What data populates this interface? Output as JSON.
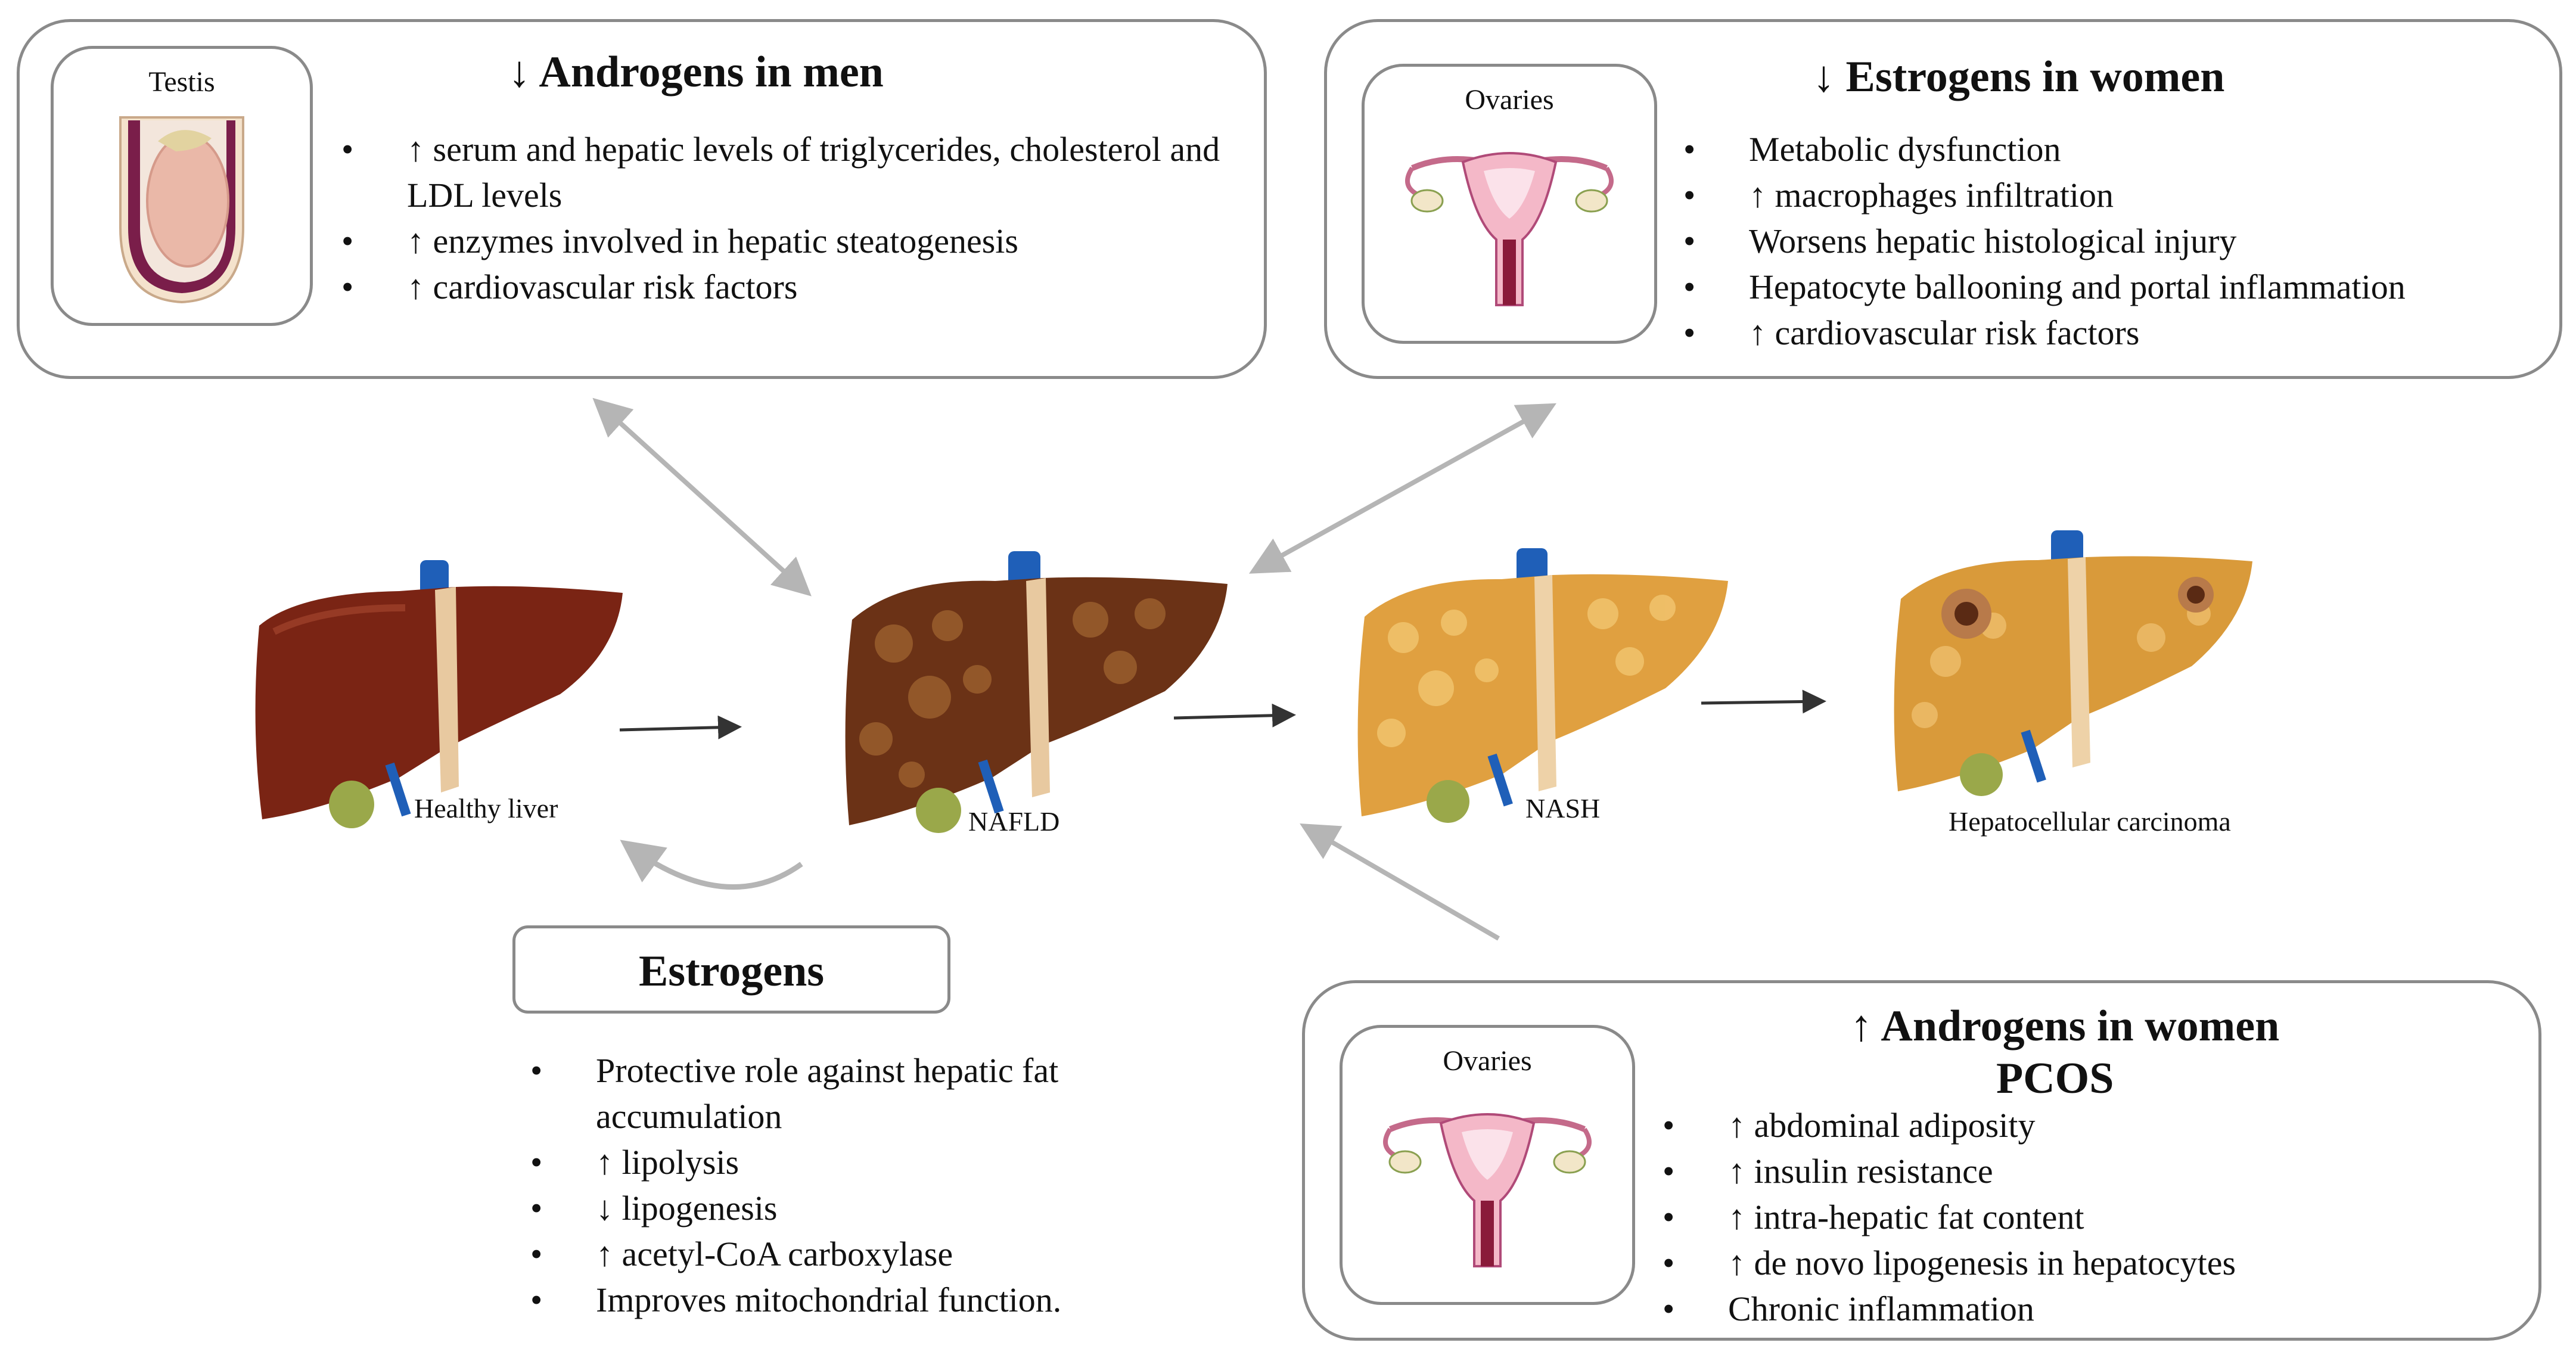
{
  "men_box": {
    "organ_label": "Testis",
    "title": "↓ Androgens in men",
    "items": [
      "↑ serum and hepatic levels of triglycerides, cholesterol and LDL levels",
      "↑ enzymes involved in hepatic steatogenesis",
      "↑ cardiovascular risk factors"
    ]
  },
  "women_estrogen_box": {
    "organ_label": "Ovaries",
    "title": "↓ Estrogens in women",
    "items": [
      "Metabolic dysfunction",
      "↑ macrophages infiltration",
      "Worsens hepatic histological injury",
      "Hepatocyte ballooning and portal inflammation",
      "↑ cardiovascular risk factors"
    ]
  },
  "estrogens_box": {
    "title": "Estrogens",
    "items": [
      "Protective role against hepatic fat accumulation",
      "↑ lipolysis",
      "↓ lipogenesis",
      "↑ acetyl-CoA carboxylase",
      "Improves mitochondrial function."
    ]
  },
  "pcos_box": {
    "organ_label": "Ovaries",
    "title_line1": "↑ Androgens in women",
    "title_line2": "PCOS",
    "items": [
      "↑ abdominal adiposity",
      "↑ insulin resistance",
      "↑ intra-hepatic fat content",
      "↑ de novo lipogenesis in hepatocytes",
      "Chronic inflammation"
    ]
  },
  "livers": {
    "healthy": "Healthy liver",
    "nafld": "NAFLD",
    "nash": "NASH",
    "hcc": "Hepatocellular carcinoma"
  },
  "colors": {
    "healthy_liver": "#7a2414",
    "nafld_liver": "#6b3216",
    "nash_liver": "#e0a040",
    "hcc_liver": "#d99a3a",
    "vessel": "#1f5fb8",
    "gallbladder": "#9aa84a",
    "arrow_gray": "#b5b5b5",
    "arrow_dark": "#333333",
    "border": "#8a8a8a"
  }
}
